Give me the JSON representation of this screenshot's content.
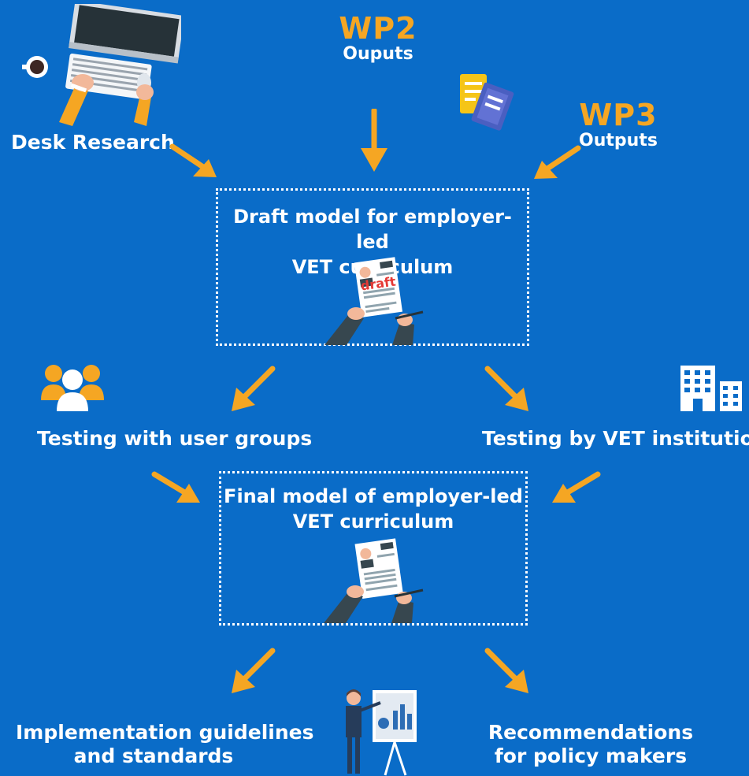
{
  "wp2": {
    "title": "WP2",
    "subtitle": "Ouputs"
  },
  "wp3": {
    "title": "WP3",
    "subtitle": "Outputs"
  },
  "desk_research": {
    "label": "Desk Research"
  },
  "draft_box": {
    "line1": "Draft model for employer-led",
    "line2": "VET curriculum",
    "stamp": "draft"
  },
  "testing_users": {
    "label": "Testing with user groups"
  },
  "testing_vet": {
    "label": "Testing by VET institutions"
  },
  "final_box": {
    "line1": "Final model of employer-led",
    "line2": "VET curriculum"
  },
  "implementation": {
    "line1": "Implementation guidelines",
    "line2": "and standards"
  },
  "recommendations": {
    "line1": "Recommendations",
    "line2": "for policy makers"
  },
  "colors": {
    "background": "#0a6cc8",
    "accent": "#f5a623",
    "text": "#ffffff"
  },
  "icons": [
    "desk-research-icon",
    "documents-icon",
    "user-group-icon",
    "buildings-icon",
    "cv-draft-icon",
    "cv-final-icon",
    "presenter-icon"
  ]
}
